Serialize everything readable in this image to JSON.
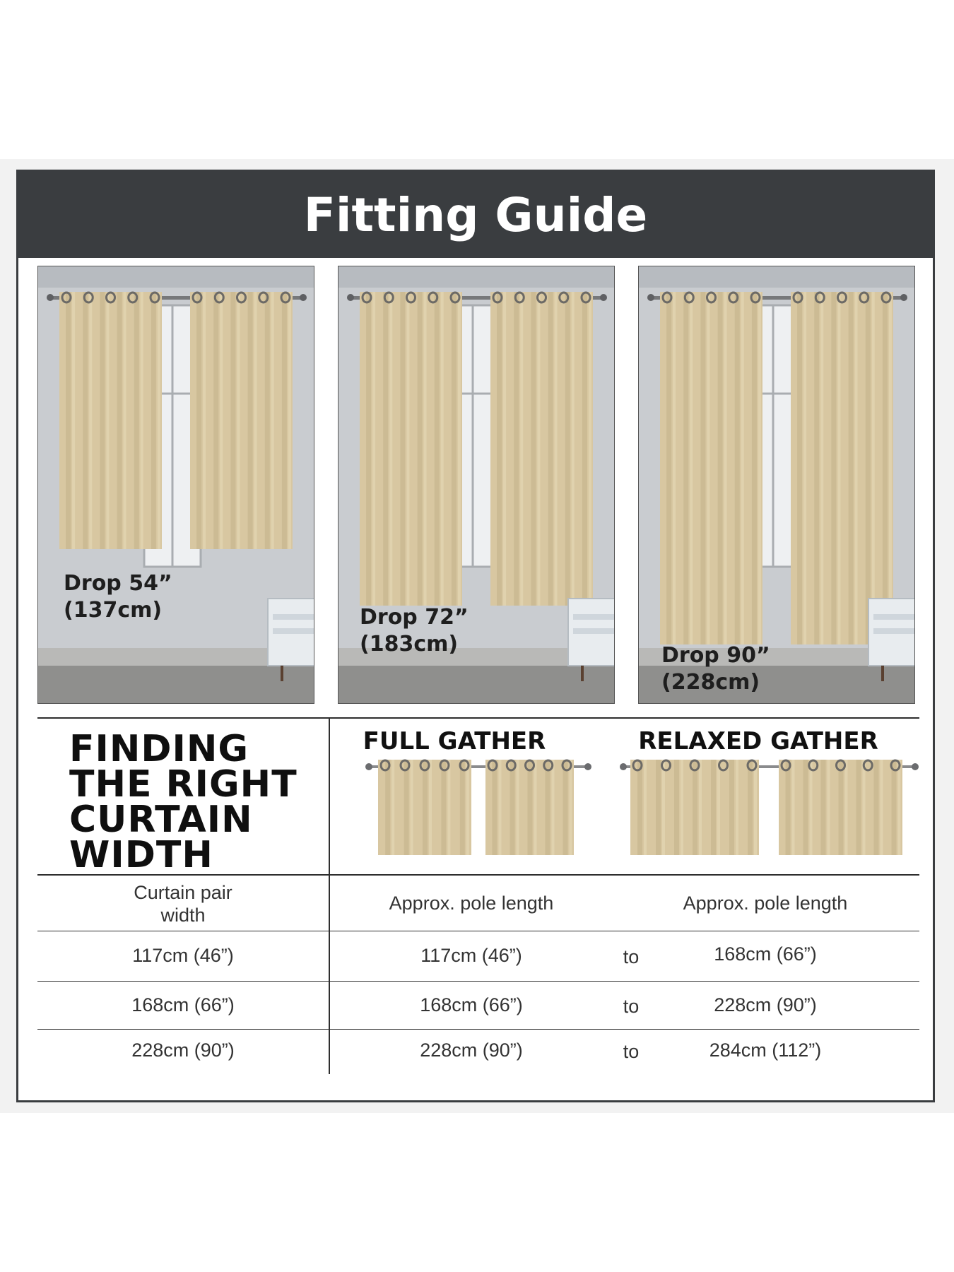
{
  "banner": {
    "title": "Fitting Guide"
  },
  "drops": [
    {
      "label_line1": "Drop 54”",
      "label_line2": "(137cm)"
    },
    {
      "label_line1": "Drop 72”",
      "label_line2": "(183cm)"
    },
    {
      "label_line1": "Drop 90”",
      "label_line2": "(228cm)"
    }
  ],
  "width_section": {
    "heading_lines": [
      "FINDING",
      "THE RIGHT",
      "CURTAIN",
      "WIDTH"
    ],
    "full_gather": "FULL GATHER",
    "relaxed_gather": "RELAXED GATHER"
  },
  "table": {
    "col1_header_line1": "Curtain pair",
    "col1_header_line2": "width",
    "col2_header": "Approx. pole length",
    "col3_header": "Approx. pole length",
    "rows": [
      {
        "width": "117cm (46”)",
        "from": "117cm (46”)",
        "to_word": "to",
        "to": "168cm (66”)"
      },
      {
        "width": "168cm (66”)",
        "from": "168cm (66”)",
        "to_word": "to",
        "to": "228cm (90”)"
      },
      {
        "width": "228cm (90”)",
        "from": "228cm (90”)",
        "to_word": "to",
        "to": "284cm (112”)"
      }
    ]
  },
  "colors": {
    "banner": "#3a3d40",
    "curtain": "#d8c7a1",
    "wall": "#c9ccd0",
    "text": "#1e1e1e"
  }
}
